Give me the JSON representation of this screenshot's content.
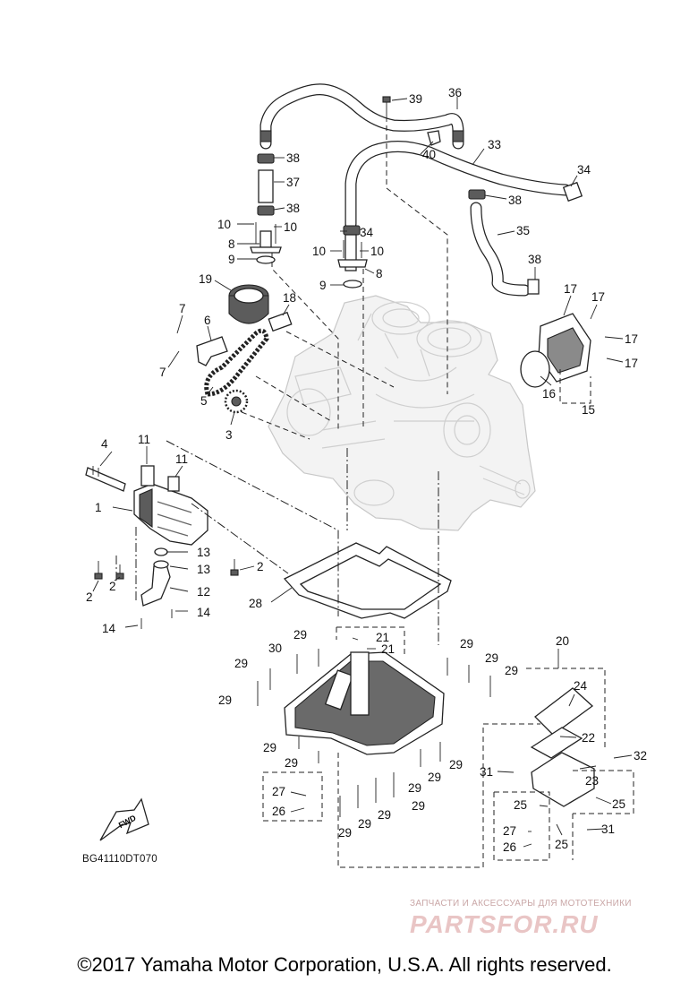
{
  "diagram": {
    "code": "BG41110DT070",
    "fwd_label": "FWD",
    "callouts": {
      "c1": "1",
      "c2a": "2",
      "c2b": "2",
      "c2c": "2",
      "c3": "3",
      "c4": "4",
      "c5": "5",
      "c6": "6",
      "c7a": "7",
      "c7b": "7",
      "c8a": "8",
      "c8b": "8",
      "c9a": "9",
      "c9b": "9",
      "c10a": "10",
      "c10b": "10",
      "c10c": "10",
      "c10d": "10",
      "c11a": "11",
      "c11b": "11",
      "c12": "12",
      "c13a": "13",
      "c13b": "13",
      "c14a": "14",
      "c14b": "14",
      "c15": "15",
      "c16": "16",
      "c17a": "17",
      "c17b": "17",
      "c17c": "17",
      "c17d": "17",
      "c18": "18",
      "c19": "19",
      "c20": "20",
      "c21a": "21",
      "c21b": "21",
      "c22": "22",
      "c23": "23",
      "c24": "24",
      "c25a": "25",
      "c25b": "25",
      "c25c": "25",
      "c26a": "26",
      "c26b": "26",
      "c27a": "27",
      "c27b": "27",
      "c28": "28",
      "c29a": "29",
      "c29b": "29",
      "c29c": "29",
      "c29d": "29",
      "c29e": "29",
      "c29f": "29",
      "c29g": "29",
      "c29h": "29",
      "c29i": "29",
      "c29j": "29",
      "c29k": "29",
      "c29l": "29",
      "c29m": "29",
      "c29n": "29",
      "c29o": "29",
      "c30": "30",
      "c31a": "31",
      "c31b": "31",
      "c32": "32",
      "c33": "33",
      "c34a": "34",
      "c34b": "34",
      "c35": "35",
      "c36": "36",
      "c37": "37",
      "c38a": "38",
      "c38b": "38",
      "c38c": "38",
      "c38d": "38",
      "c39": "39",
      "c40": "40"
    }
  },
  "watermark": {
    "caption": "ЗАПЧАСТИ И АКСЕССУАРЫ ДЛЯ МОТОТЕХНИКИ",
    "logo": "PARTSFOR.RU"
  },
  "footer": {
    "copyright": "©2017 Yamaha Motor Corporation, U.S.A. All rights reserved."
  },
  "colors": {
    "ink": "#111111",
    "engine_ghost": "#c8c8c8",
    "watermark": "#e9c5c5"
  }
}
